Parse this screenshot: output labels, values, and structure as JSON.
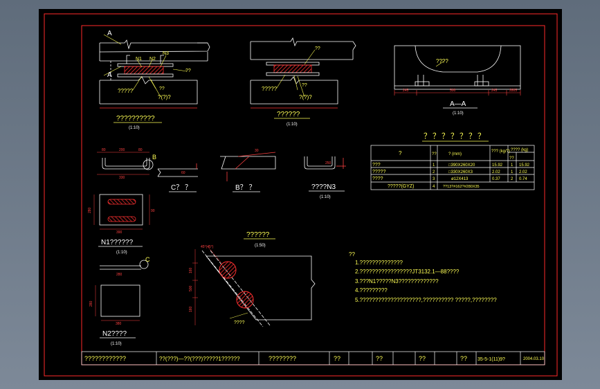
{
  "views": {
    "section_a_title": "??????????",
    "section_a_scale": "(1:10)",
    "section_b_title": "??????",
    "section_b_scale": "(1:10)",
    "aa_title": "A—A",
    "aa_scale": "(1:10)",
    "plan_title": "??????",
    "plan_scale": "(1:50)"
  },
  "labels": {
    "a_top": "A",
    "a_bottom": "A",
    "n1": "N1",
    "n2": "N2",
    "n3": "N3",
    "pad_a": "??",
    "bearing_a": "?????",
    "bolt_a": "?(?)?",
    "pad_a2": "??",
    "top_b": "??",
    "bearing_b": "?????",
    "bolt_b": "?(?)?",
    "pad_b": "??",
    "aa_note": "????",
    "aa_dim_left": "245",
    "aa_dim_mid": "500",
    "aa_dim_right": "245",
    "aa_dim_far": "2805",
    "plan_note": "????",
    "plan_angle": "45°(45°)",
    "plan_dim_1": "160",
    "plan_dim_2": "500",
    "plan_dim_3": "160"
  },
  "details": {
    "n1_top_title": "B",
    "n1_dims_top": [
      "80",
      "200",
      "80"
    ],
    "n1_dim_bottom": "330",
    "n1_plan_dims": [
      "280",
      "90",
      "390"
    ],
    "n1_title": "N1??????",
    "n1_scale": "(1:10)",
    "c_title": "C？  ？",
    "c_dim": "60",
    "b_title": "B？  ？",
    "b_dim": "30",
    "n3_title": "????N3",
    "n3_scale": "(1:10)",
    "n3_dim": "250",
    "n2_top_title": "C",
    "n2_dim_top": "280",
    "n2_dims": [
      "280",
      "380"
    ],
    "n2_title": "N2????",
    "n2_scale": "(1:10)"
  },
  "table": {
    "title": "？？？？？？？",
    "headers": [
      "?",
      "??",
      "?\n(mm)",
      "???\n(kg/?)",
      "??",
      "????\n(kg)"
    ],
    "rows": [
      [
        "???",
        "1",
        "□390X260X20",
        "15.92",
        "1",
        "15.92"
      ],
      [
        "?????",
        "2",
        "□330X260X3",
        "2.02",
        "1",
        "2.02"
      ],
      [
        "????",
        "3",
        "ø12X413",
        "0.37",
        "2",
        "0.74"
      ],
      [
        "?????(GYZ)",
        "4",
        "??13?#162?#280X35",
        "",
        "",
        ""
      ]
    ]
  },
  "notes": {
    "heading": "??",
    "items": [
      "1.??????????????",
      "2.?????????????????JT3132.1—88????",
      "3.???N1?????N3?????????????",
      "4.?????????",
      "5.????????????????????,?????????? ?????,????????"
    ]
  },
  "title_block": {
    "cells": [
      "????????????",
      "??(???)—??(???)?????1??????",
      "????????",
      "??",
      "??",
      "??",
      "??",
      "35-5-1(11)9?",
      "2004.03.10"
    ]
  },
  "colors": {
    "frame": "#ff2a2a",
    "ink": "#ffffff",
    "text": "#ffff55",
    "hatch": "#ff3030",
    "dim": "#ff4040",
    "bg": "#000000"
  }
}
